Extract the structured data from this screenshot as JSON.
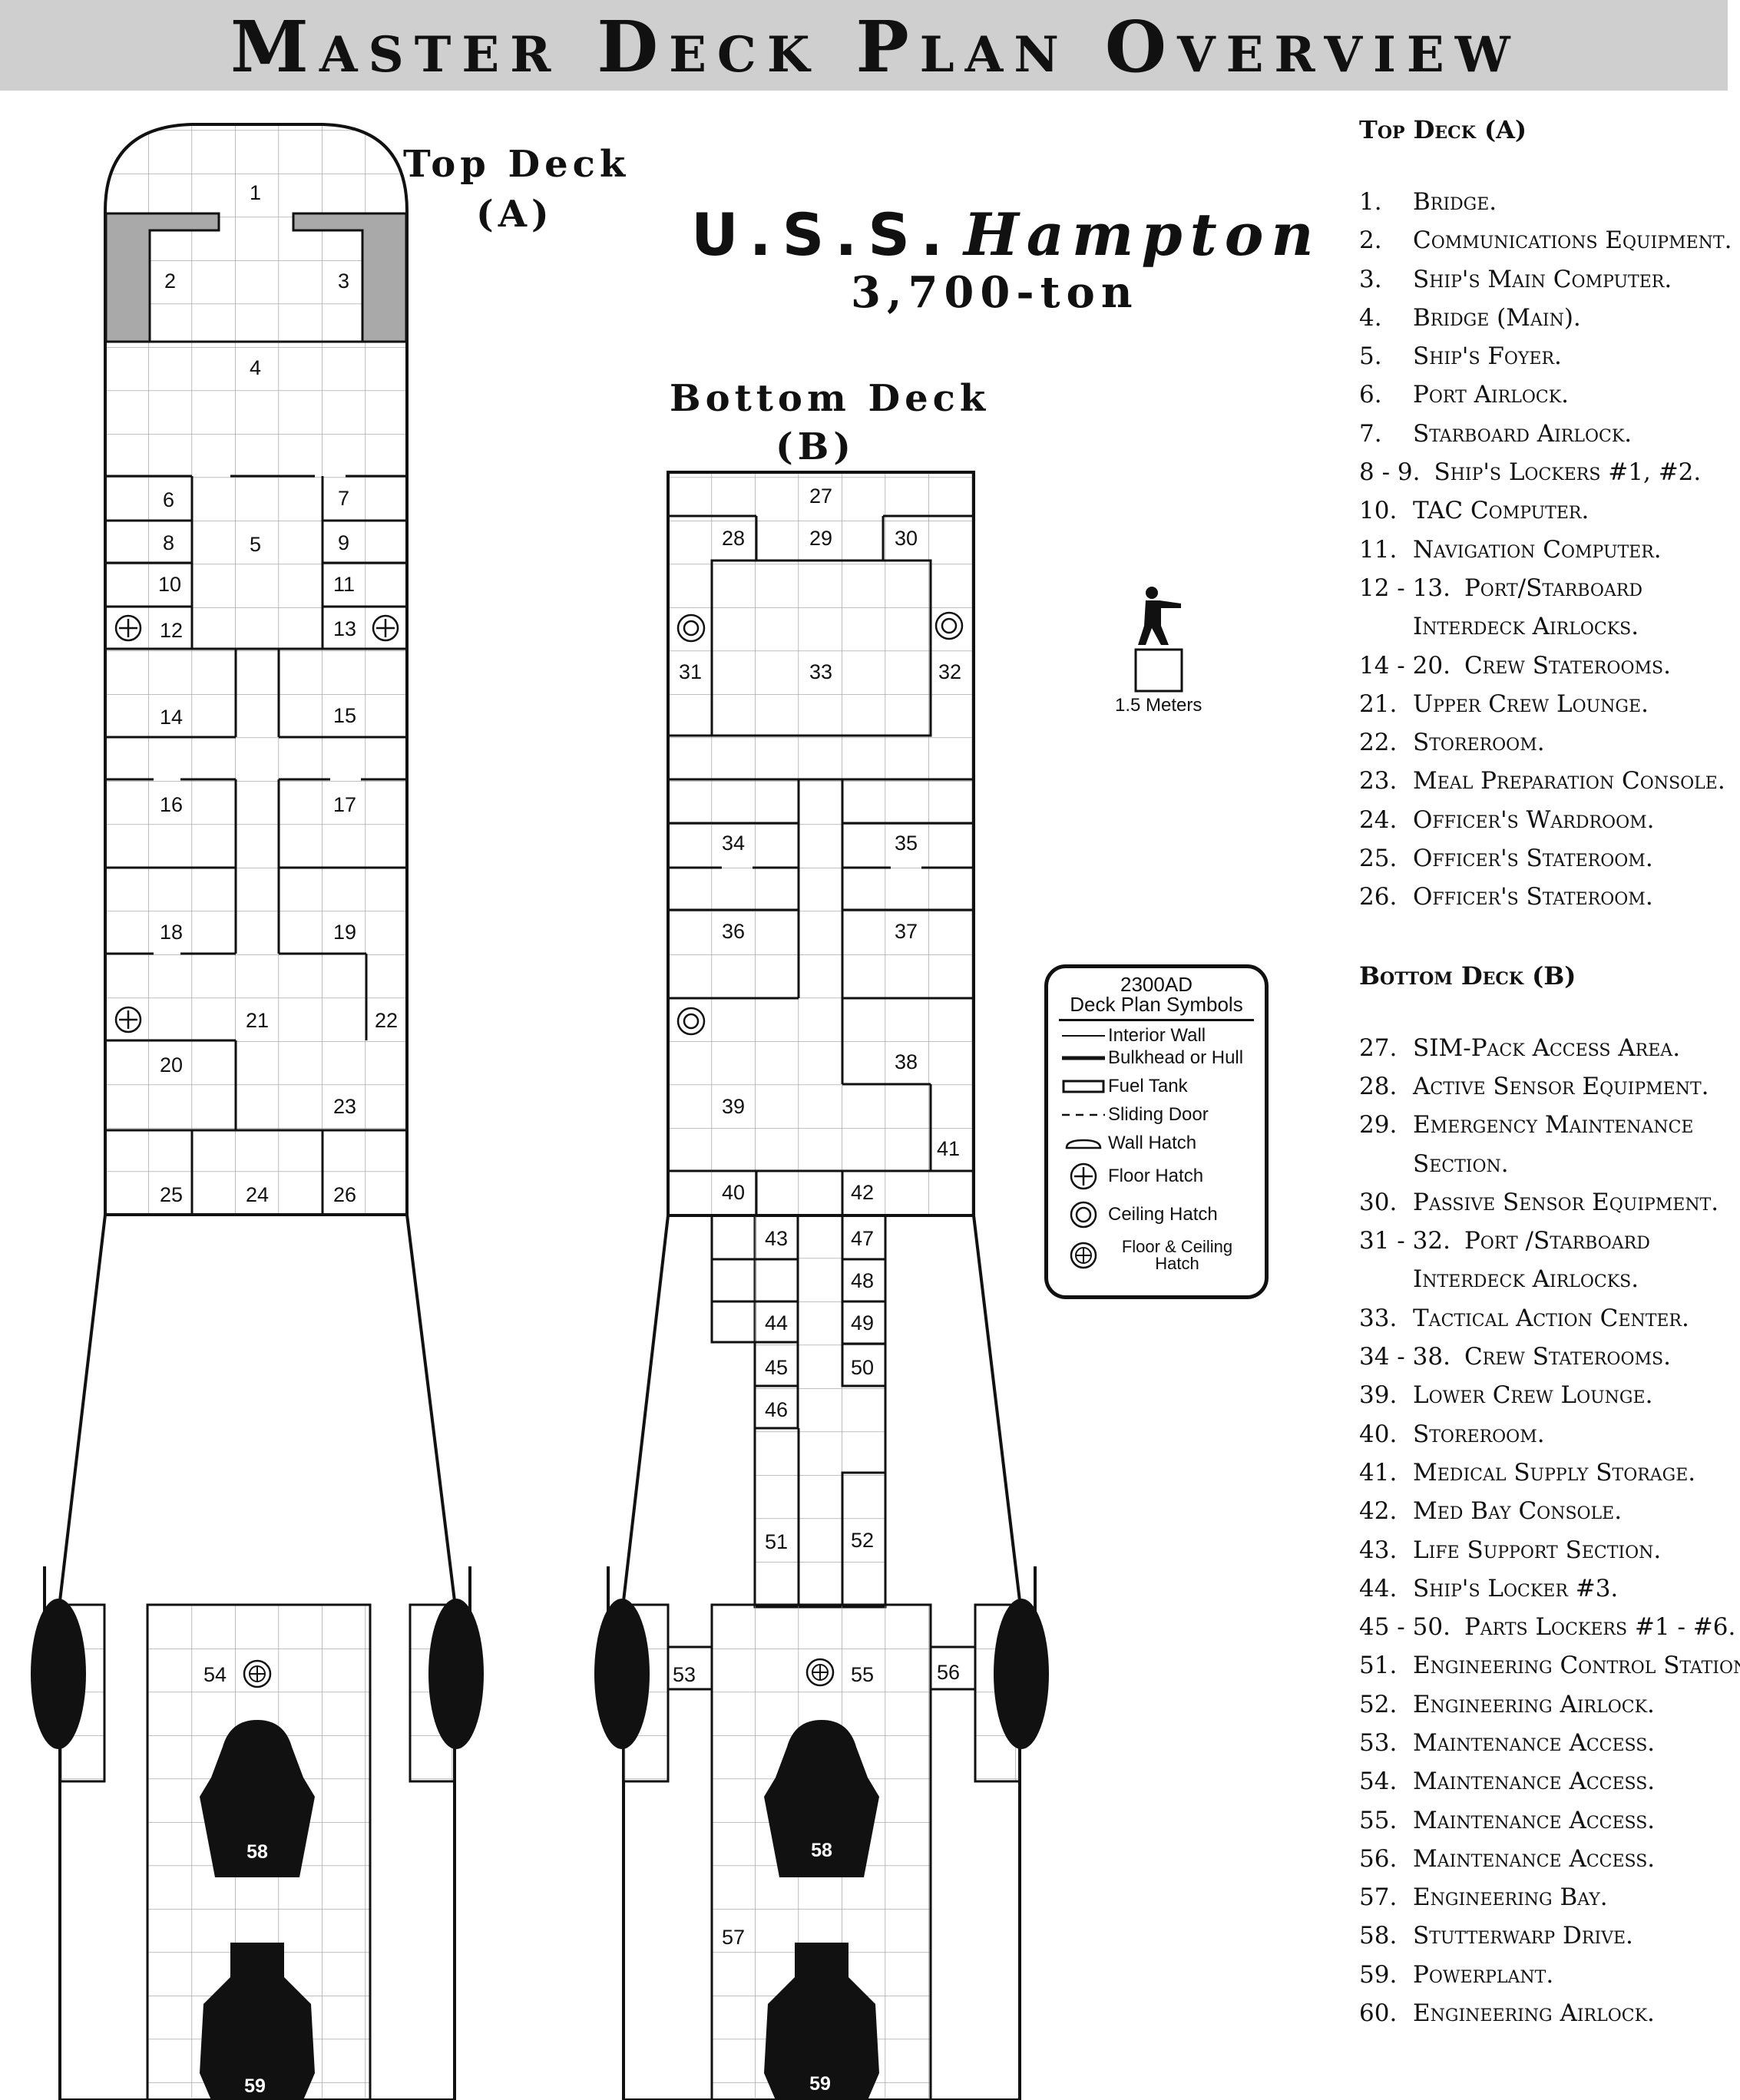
{
  "banner": {
    "title": "Master Deck Plan Overview"
  },
  "ship": {
    "prefix": "U.S.S.",
    "name": "Hampton",
    "tonnage": "3,700-ton"
  },
  "decks": {
    "top": {
      "title_line1": "Top Deck",
      "title_line2": "(A)"
    },
    "bottom": {
      "title_line1": "Bottom Deck",
      "title_line2": "(B)"
    }
  },
  "scale": {
    "label": "1.5 Meters"
  },
  "symbols": {
    "title_line1": "2300AD",
    "title_line2": "Deck Plan Symbols",
    "items": [
      {
        "icon": "interior-wall-icon",
        "label": "Interior Wall"
      },
      {
        "icon": "bulkhead-icon",
        "label": "Bulkhead or Hull"
      },
      {
        "icon": "fuel-tank-icon",
        "label": "Fuel Tank"
      },
      {
        "icon": "sliding-door-icon",
        "label": "Sliding Door"
      },
      {
        "icon": "wall-hatch-icon",
        "label": "Wall Hatch"
      },
      {
        "icon": "floor-hatch-icon",
        "label": "Floor Hatch"
      },
      {
        "icon": "ceiling-hatch-icon",
        "label": "Ceiling Hatch"
      },
      {
        "icon": "floor-ceiling-hatch-icon",
        "label": "Floor & Ceiling Hatch"
      }
    ]
  },
  "legend": {
    "top_heading": "Top Deck (A)",
    "top_items": [
      {
        "num": "1.",
        "text": "Bridge."
      },
      {
        "num": "2.",
        "text": "Communications Equipment."
      },
      {
        "num": "3.",
        "text": "Ship's Main Computer."
      },
      {
        "num": "4.",
        "text": "Bridge (Main)."
      },
      {
        "num": "5.",
        "text": "Ship's Foyer."
      },
      {
        "num": "6.",
        "text": "Port Airlock."
      },
      {
        "num": "7.",
        "text": "Starboard Airlock."
      },
      {
        "num": "8 - 9.",
        "text": "Ship's Lockers #1, #2."
      },
      {
        "num": "10.",
        "text": "TAC Computer."
      },
      {
        "num": "11.",
        "text": "Navigation Computer."
      },
      {
        "num": "12 - 13.",
        "text": "Port/Starboard"
      },
      {
        "num": "",
        "text": "Interdeck Airlocks."
      },
      {
        "num": "14 - 20.",
        "text": "Crew Staterooms."
      },
      {
        "num": "21.",
        "text": "Upper Crew Lounge."
      },
      {
        "num": "22.",
        "text": "Storeroom."
      },
      {
        "num": "23.",
        "text": "Meal Preparation Console."
      },
      {
        "num": "24.",
        "text": "Officer's Wardroom."
      },
      {
        "num": "25.",
        "text": "Officer's Stateroom."
      },
      {
        "num": "26.",
        "text": "Officer's Stateroom."
      }
    ],
    "bottom_heading": "Bottom Deck (B)",
    "bottom_items": [
      {
        "num": "27.",
        "text": "SIM-Pack Access Area."
      },
      {
        "num": "28.",
        "text": "Active Sensor Equipment."
      },
      {
        "num": "29.",
        "text": "Emergency Maintenance"
      },
      {
        "num": "",
        "text": "Section."
      },
      {
        "num": "30.",
        "text": "Passive Sensor Equipment."
      },
      {
        "num": "31 - 32.",
        "text": "Port /Starboard"
      },
      {
        "num": "",
        "text": "Interdeck Airlocks."
      },
      {
        "num": "33.",
        "text": "Tactical Action Center."
      },
      {
        "num": "34 - 38.",
        "text": "Crew Staterooms."
      },
      {
        "num": "39.",
        "text": "Lower Crew Lounge."
      },
      {
        "num": "40.",
        "text": "Storeroom."
      },
      {
        "num": "41.",
        "text": "Medical Supply Storage."
      },
      {
        "num": "42.",
        "text": "Med Bay Console."
      },
      {
        "num": "43.",
        "text": "Life Support Section."
      },
      {
        "num": "44.",
        "text": "Ship's Locker #3."
      },
      {
        "num": "45 - 50.",
        "text": "Parts Lockers #1 - #6."
      },
      {
        "num": "51.",
        "text": "Engineering Control Station."
      },
      {
        "num": "52.",
        "text": "Engineering Airlock."
      },
      {
        "num": "53.",
        "text": "Maintenance Access."
      },
      {
        "num": "54.",
        "text": "Maintenance Access."
      },
      {
        "num": "55.",
        "text": "Maintenance Access."
      },
      {
        "num": "56.",
        "text": "Maintenance Access."
      },
      {
        "num": "57.",
        "text": "Engineering Bay."
      },
      {
        "num": "58.",
        "text": "Stutterwarp Drive."
      },
      {
        "num": "59.",
        "text": "Powerplant."
      },
      {
        "num": "60.",
        "text": "Engineering Airlock."
      }
    ]
  },
  "room_labels": {
    "top": [
      "1",
      "2",
      "3",
      "4",
      "5",
      "6",
      "7",
      "8",
      "9",
      "10",
      "11",
      "12",
      "13",
      "14",
      "15",
      "16",
      "17",
      "18",
      "19",
      "20",
      "21",
      "22",
      "23",
      "24",
      "25",
      "26",
      "54",
      "58",
      "59"
    ],
    "bottom": [
      "27",
      "28",
      "29",
      "30",
      "31",
      "32",
      "33",
      "34",
      "35",
      "36",
      "37",
      "38",
      "39",
      "40",
      "41",
      "42",
      "43",
      "44",
      "45",
      "46",
      "47",
      "48",
      "49",
      "50",
      "51",
      "52",
      "53",
      "55",
      "56",
      "57",
      "58",
      "59"
    ]
  },
  "colors": {
    "banner": "#cfcfcf",
    "tank": "#a9a9a9",
    "ink": "#111111"
  }
}
